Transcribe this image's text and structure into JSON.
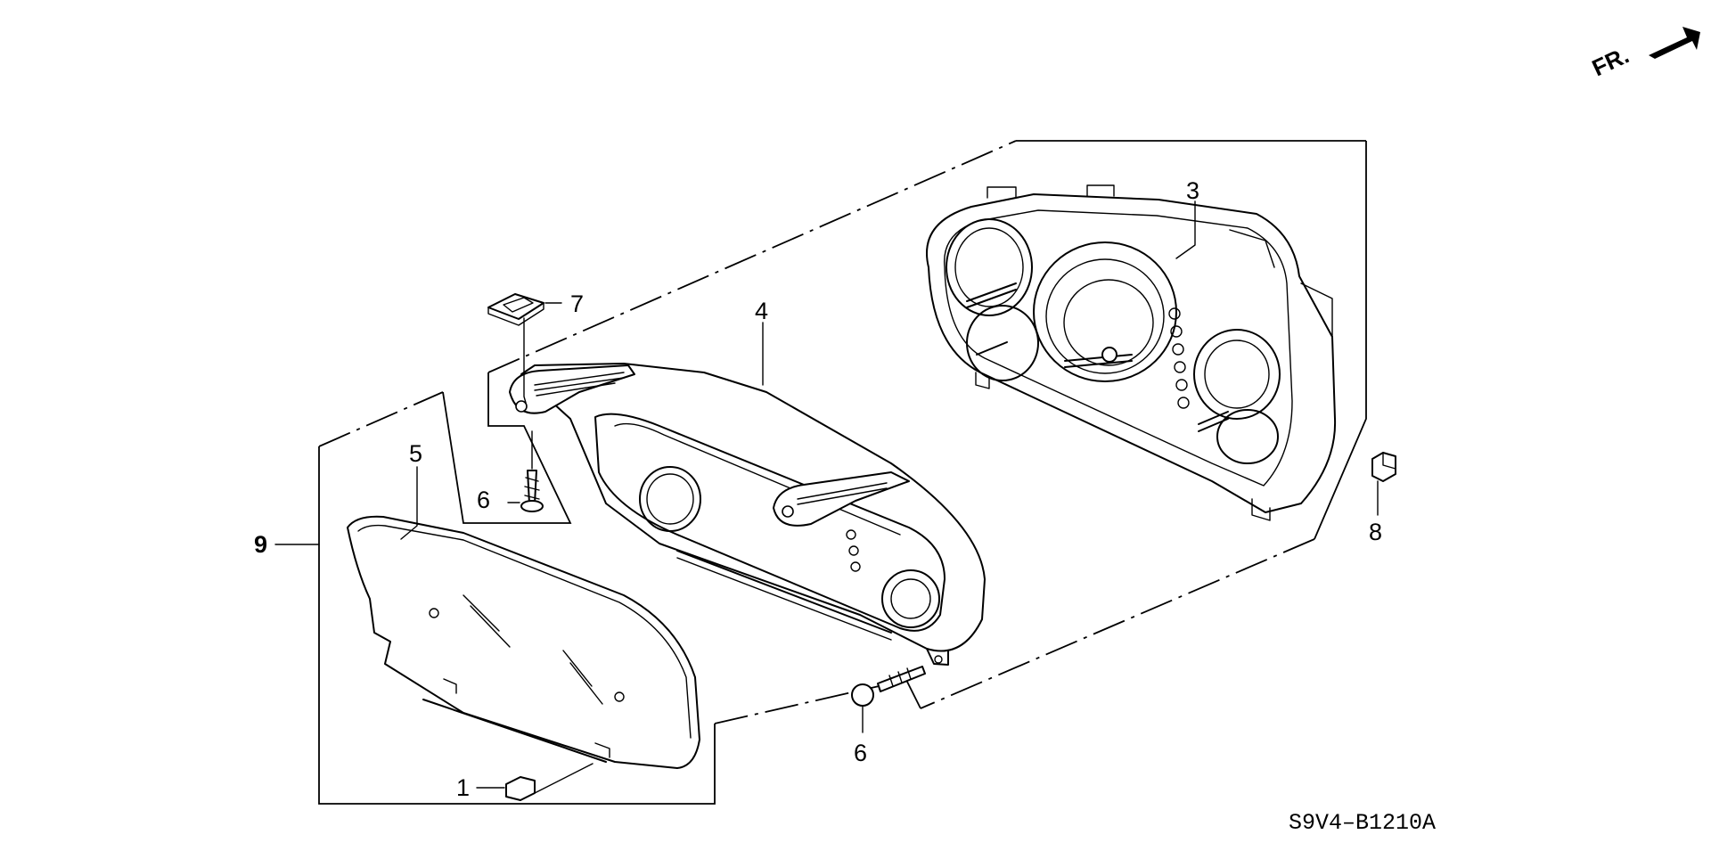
{
  "diagram": {
    "orientation_label": "FR.",
    "diagram_code": "S9V4–B1210A",
    "callouts": [
      {
        "id": "1",
        "label": "1"
      },
      {
        "id": "3",
        "label": "3"
      },
      {
        "id": "4",
        "label": "4"
      },
      {
        "id": "5",
        "label": "5"
      },
      {
        "id": "6a",
        "label": "6"
      },
      {
        "id": "6b",
        "label": "6"
      },
      {
        "id": "7",
        "label": "7"
      },
      {
        "id": "8",
        "label": "8"
      },
      {
        "id": "9",
        "label": "9"
      }
    ]
  }
}
